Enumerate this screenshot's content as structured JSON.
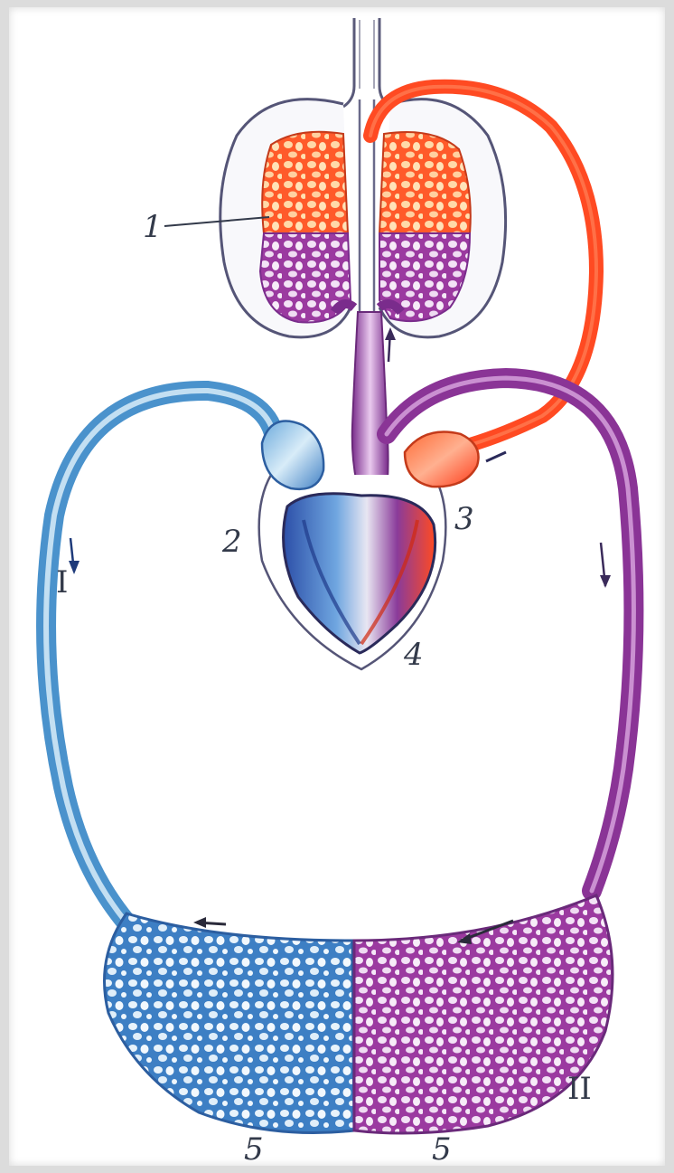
{
  "labels": {
    "l1": "1",
    "l2": "2",
    "l3": "3",
    "l4": "4",
    "l5_left": "5",
    "l5_right": "5",
    "l_I": "I",
    "l_II": "II"
  },
  "colors": {
    "oxygenated": "#ff4a22",
    "deoxygenated": "#4a92cc",
    "mixed": "#9a3f9e",
    "outline": "#5a5a7a"
  }
}
